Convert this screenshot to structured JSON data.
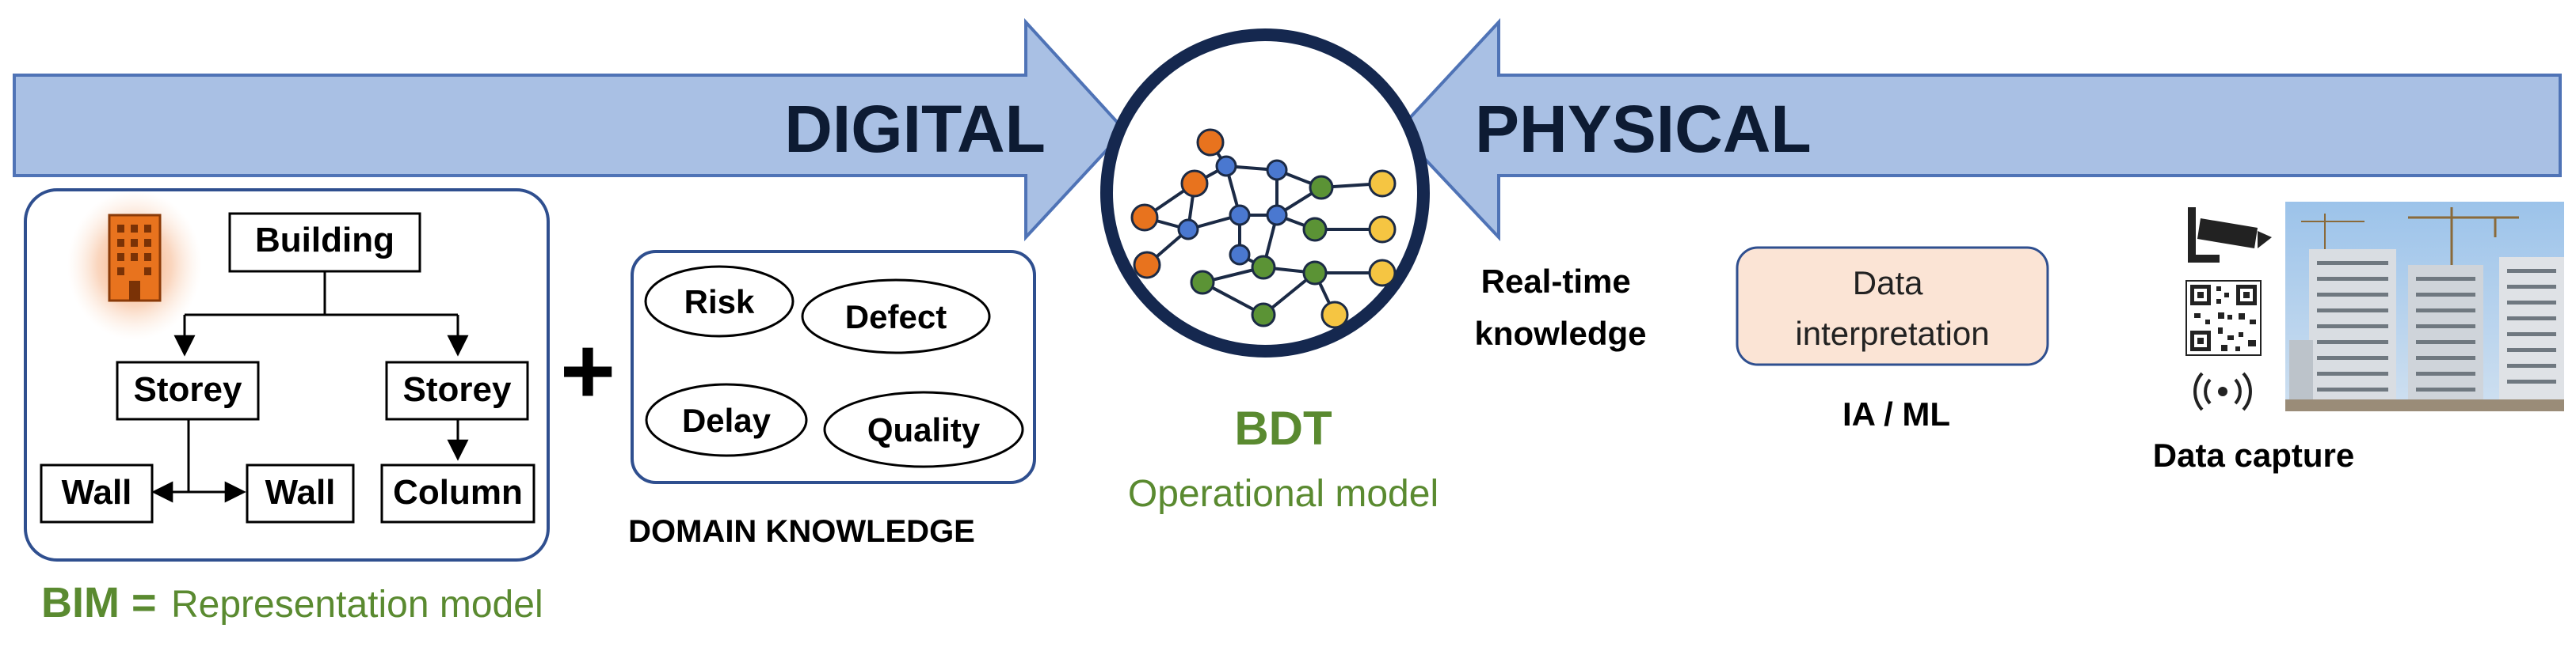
{
  "arrows": {
    "digital_label": "DIGITAL",
    "physical_label": "PHYSICAL"
  },
  "bim": {
    "tree": {
      "root": "Building",
      "storey_left": "Storey",
      "storey_right": "Storey",
      "wall_left": "Wall",
      "wall_right": "Wall",
      "column": "Column"
    },
    "plus": "+",
    "caption_bold": "BIM =",
    "caption_rest": "Representation model"
  },
  "domain_knowledge": {
    "items": [
      "Risk",
      "Defect",
      "Delay",
      "Quality"
    ],
    "caption": "DOMAIN KNOWLEDGE"
  },
  "bdt": {
    "title": "BDT",
    "subtitle": "Operational model"
  },
  "interpretation": {
    "realtime_line1": "Real-time",
    "realtime_line2": "knowledge",
    "box_line1": "Data",
    "box_line2": "interpretation",
    "caption": "IA / ML"
  },
  "capture": {
    "caption": "Data capture",
    "icons": [
      "cctv-camera-icon",
      "qr-code-icon",
      "wireless-signal-icon"
    ]
  },
  "colors": {
    "arrow_fill": "#a9c0e4",
    "arrow_stroke": "#4f73b6",
    "panel_stroke": "#2f4f8f",
    "green_text": "#5a8a30",
    "circle_ring": "#15284f",
    "node_orange": "#e8731e",
    "node_blue": "#4a78d0",
    "node_green": "#5b9335",
    "node_yellow": "#f5c542",
    "interp_fill": "#fbe4d5"
  }
}
